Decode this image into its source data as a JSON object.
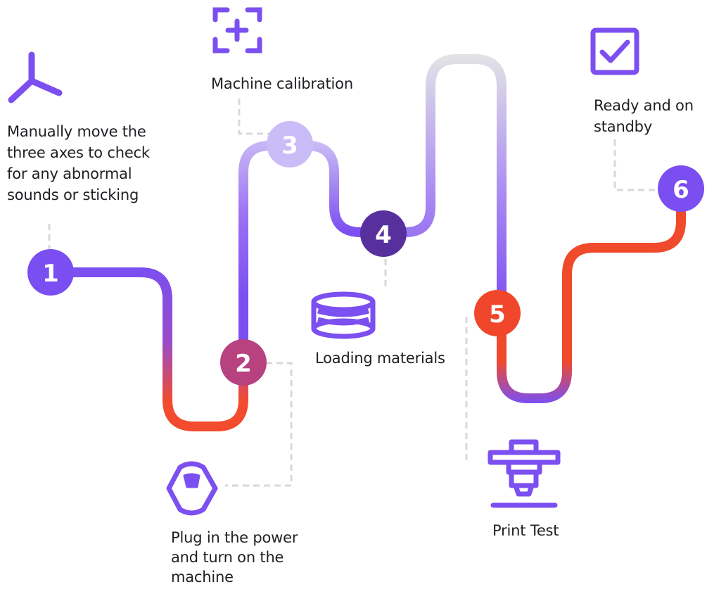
{
  "colors": {
    "accent": "#7b4ff0",
    "step_1": "#7a4ef0",
    "step_2": "#b7427f",
    "step_3": "#cabcf6",
    "step_4": "#57309e",
    "step_5": "#f0462b",
    "step_6": "#7a4ef0",
    "connector": "#d9d9d9"
  },
  "steps": [
    {
      "number": "1",
      "text": "Manually move the\nthree axes to check\nfor any abnormal\nsounds or sticking",
      "icon": "axes-icon"
    },
    {
      "number": "2",
      "text": "Plug in the power\nand turn on the\nmachine",
      "icon": "power-plug-icon"
    },
    {
      "number": "3",
      "text": "Machine calibration",
      "icon": "calibration-icon"
    },
    {
      "number": "4",
      "text": "Loading materials",
      "icon": "filament-spool-icon"
    },
    {
      "number": "5",
      "text": "Print Test",
      "icon": "print-head-icon"
    },
    {
      "number": "6",
      "text": "Ready and on\nstandby",
      "icon": "checkbox-icon"
    }
  ]
}
